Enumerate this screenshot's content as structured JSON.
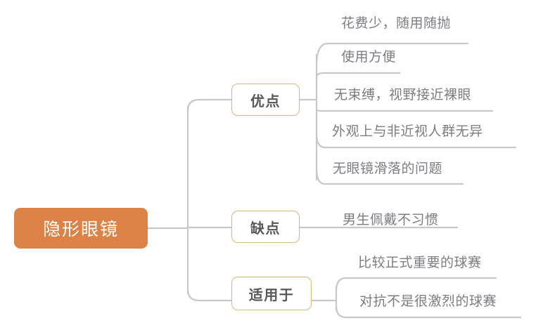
{
  "diagram": {
    "type": "mind-map",
    "title": "隐形眼镜",
    "orientation": "left-to-right",
    "colors": {
      "root_fill": "#dd8247",
      "root_text": "#ffffff",
      "branch_border": "#d9b777",
      "branch_text": "#58585c",
      "leaf_text": "#7c7c82",
      "connector": "#c8c8cc",
      "background": "#ffffff"
    },
    "root": {
      "label": "隐形眼镜"
    },
    "branches": [
      {
        "label": "优点",
        "leaves": [
          {
            "text": "花费少，随用随抛"
          },
          {
            "text": "使用方便"
          },
          {
            "text": "无束缚，视野接近裸眼"
          },
          {
            "text": "外观上与非近视人群无异"
          },
          {
            "text": "无眼镜滑落的问题"
          }
        ]
      },
      {
        "label": "缺点",
        "leaves": [
          {
            "text": "男生佩戴不习惯"
          }
        ]
      },
      {
        "label": "适用于",
        "leaves": [
          {
            "text": "比较正式重要的球赛"
          },
          {
            "text": "对抗不是很激烈的球赛"
          }
        ]
      }
    ]
  }
}
